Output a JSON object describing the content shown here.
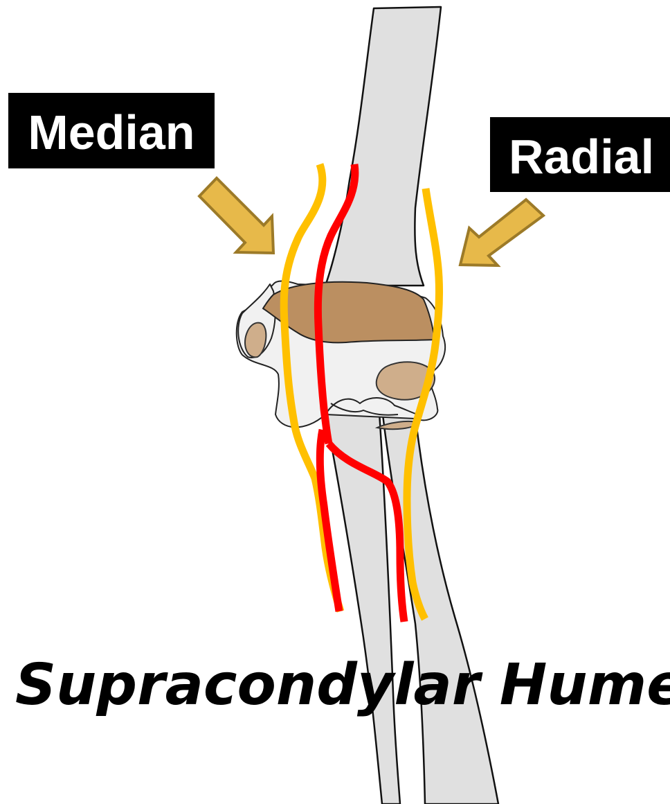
{
  "labels": {
    "median": "Median",
    "radial": "Radial"
  },
  "caption": "Supracondylar Humer",
  "colors": {
    "nerve": "#ffc000",
    "artery": "#ff0000",
    "fracture": "#bb8f61",
    "arrow": "#e7b94a",
    "bone": "#e0e0e0",
    "label_background": "#000000",
    "label_text": "#ffffff"
  }
}
